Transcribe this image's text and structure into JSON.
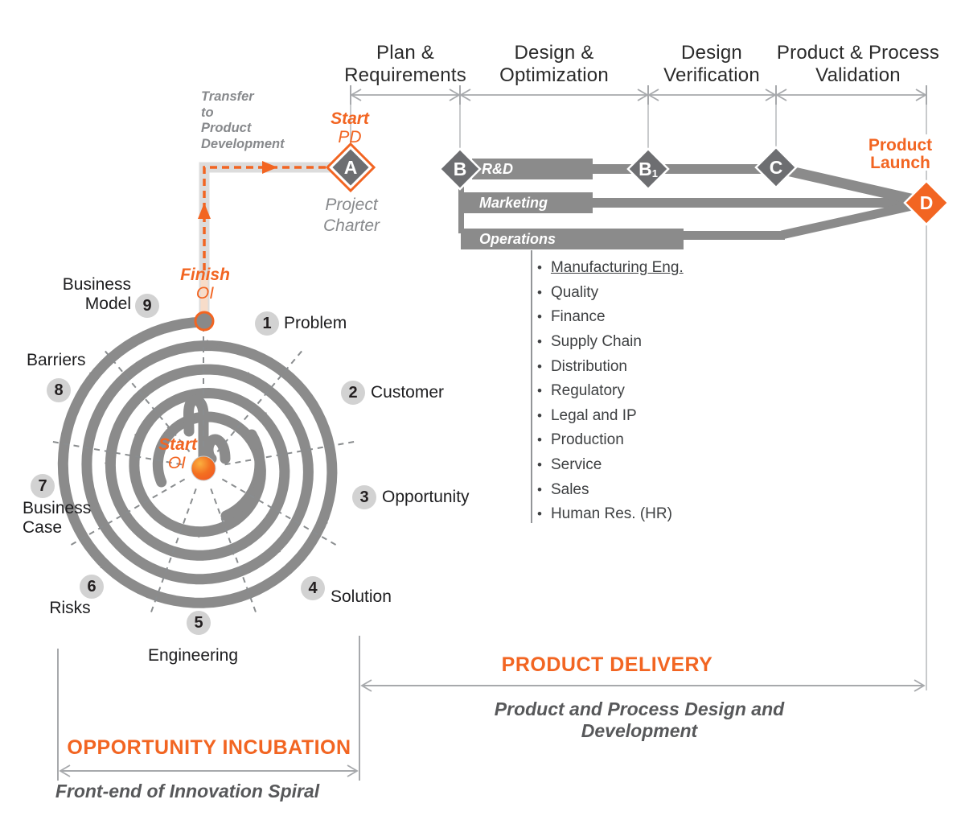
{
  "colors": {
    "orange": "#F26522",
    "gray": "#8B8B8B",
    "dark_gray": "#6D6E71",
    "light_guide": "#C8CACC",
    "arrow_line": "#A7A9AC"
  },
  "phases": [
    "Plan &\nRequirements",
    "Design &\nOptimization",
    "Design\nVerification",
    "Product & Process\nValidation"
  ],
  "milestones": {
    "a": "A",
    "b": "B",
    "b1_main": "B",
    "b1_sub": "1",
    "c": "C",
    "d": "D"
  },
  "pd": {
    "start_l1": "Start",
    "start_l2": "PD",
    "transfer_note": "Transfer\nto\nProduct\nDevelopment",
    "project_charter": "Project\nCharter",
    "product_launch": "Product\nLaunch",
    "bars": [
      "R&D",
      "Marketing",
      "Operations"
    ],
    "bullet": "•",
    "departments": [
      {
        "label": "Manufacturing Eng.",
        "underlined": true
      },
      {
        "label": "Quality"
      },
      {
        "label": "Finance"
      },
      {
        "label": "Supply Chain"
      },
      {
        "label": "Distribution"
      },
      {
        "label": "Regulatory"
      },
      {
        "label": "Legal and IP"
      },
      {
        "label": "Production"
      },
      {
        "label": "Service"
      },
      {
        "label": "Sales"
      },
      {
        "label": "Human Res. (HR)"
      }
    ]
  },
  "spiral": {
    "start_l1": "Start",
    "start_l2": "OI",
    "finish_l1": "Finish",
    "finish_l2": "OI",
    "stages": [
      {
        "num": "1",
        "label": "Problem"
      },
      {
        "num": "2",
        "label": "Customer"
      },
      {
        "num": "3",
        "label": "Opportunity"
      },
      {
        "num": "4",
        "label": "Solution"
      },
      {
        "num": "5",
        "label": "Engineering"
      },
      {
        "num": "6",
        "label": "Risks"
      },
      {
        "num": "7",
        "label": "Business\nCase"
      },
      {
        "num": "8",
        "label": "Barriers"
      },
      {
        "num": "9",
        "label": "Business\nModel"
      }
    ]
  },
  "bottom": {
    "product_delivery": "PRODUCT  DELIVERY",
    "pd_sub": "Product and Process Design and Development",
    "oi": "OPPORTUNITY  INCUBATION",
    "oi_sub": "Front-end of Innovation Spiral"
  }
}
